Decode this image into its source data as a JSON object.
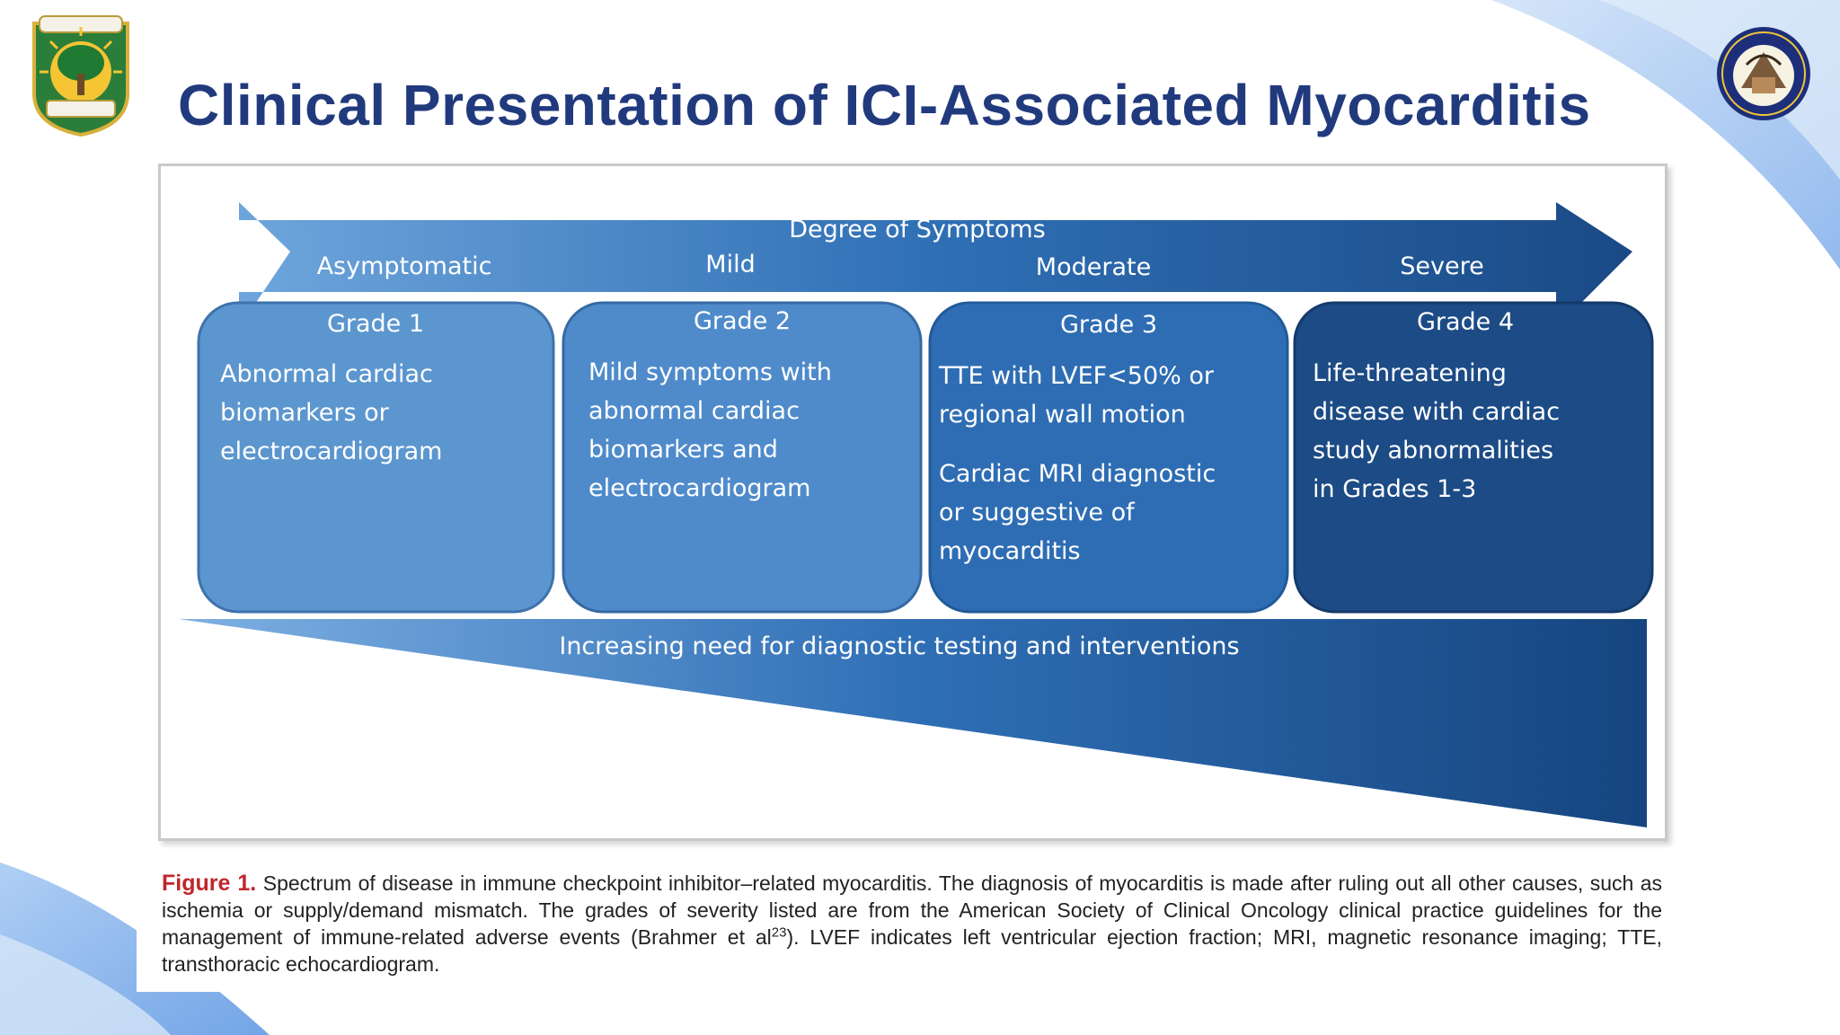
{
  "slide": {
    "title": "Clinical Presentation of ICI-Associated Myocarditis",
    "accent_color": "#213a7d"
  },
  "diagram": {
    "arrow_label": "Degree of Symptoms",
    "severity_levels": [
      "Asymptomatic",
      "Mild",
      "Moderate",
      "Severe"
    ],
    "grades": [
      {
        "title": "Grade 1",
        "lines": [
          "Abnormal cardiac",
          "biomarkers or",
          "electrocardiogram"
        ],
        "color": "#5b95cf"
      },
      {
        "title": "Grade 2",
        "lines": [
          "Mild symptoms with",
          "abnormal cardiac",
          "biomarkers and",
          "electrocardiogram"
        ],
        "color": "#4f8ccb"
      },
      {
        "title": "Grade 3",
        "lines": [
          "TTE with LVEF<50% or",
          "regional wall motion",
          "Cardiac MRI diagnostic",
          "or suggestive of",
          "myocarditis"
        ],
        "color": "#2d6db4"
      },
      {
        "title": "Grade 4",
        "lines": [
          "Life-threatening",
          "disease with cardiac",
          "study abnormalities",
          "in Grades 1-3"
        ],
        "color": "#1c4b85"
      }
    ],
    "wedge_label": "Increasing need for diagnostic testing and interventions"
  },
  "caption": {
    "label": "Figure 1.",
    "text_before_ref": "Spectrum of disease in immune checkpoint inhibitor–related myocarditis. The diagnosis of myocarditis is made after ruling out all other causes, such as ischemia or supply/demand mismatch. The grades of severity listed are from the American Society of Clinical Oncology clinical practice guidelines for the management of immune-related adverse events (Brahmer et al",
    "ref": "23",
    "text_after_ref": "). LVEF indicates left ventricular ejection fraction; MRI, magnetic resonance imaging; TTE, transthoracic echocardiogram."
  }
}
